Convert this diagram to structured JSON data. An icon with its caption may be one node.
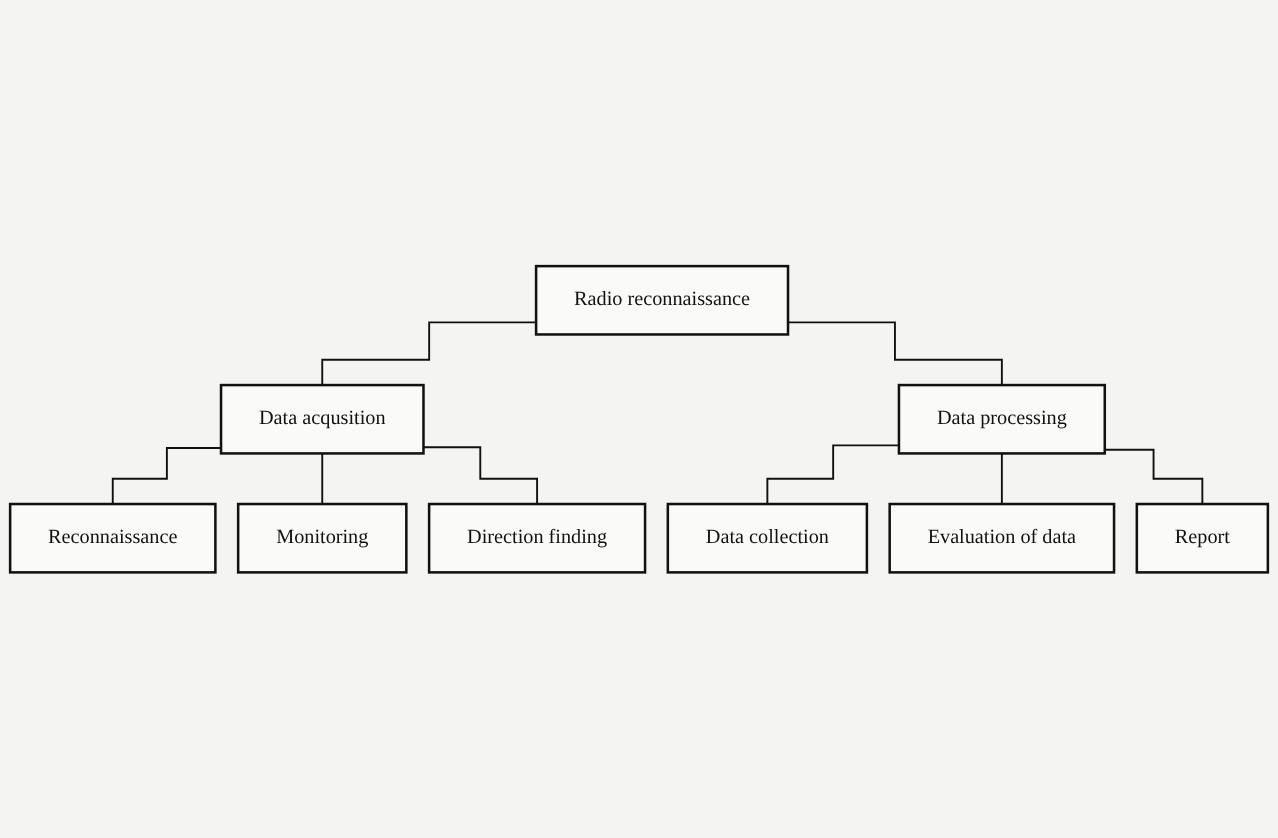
{
  "diagram": {
    "nodes": [
      {
        "text": [
          "Radio reconnaissance"
        ]
      },
      {
        "text": [
          "Data acqusition"
        ]
      },
      {
        "text": [
          "Data processing"
        ]
      },
      {
        "text": [
          "Reconnaissance"
        ]
      },
      {
        "text": [
          "Monitoring"
        ]
      },
      {
        "text": [
          "Direction finding"
        ]
      },
      {
        "text": [
          "Data collection"
        ]
      },
      {
        "text": [
          "Evaluation of data"
        ]
      },
      {
        "text": [
          "Report"
        ]
      }
    ],
    "edges": [
      {
        "from": 0,
        "to": 1,
        "arrow": "none"
      },
      {
        "from": 0,
        "to": 2,
        "arrow": "none"
      },
      {
        "from": 1,
        "to": 3,
        "arrow": "none"
      },
      {
        "from": 1,
        "to": 4,
        "arrow": "none"
      },
      {
        "from": 1,
        "to": 5,
        "arrow": "none"
      },
      {
        "from": 2,
        "to": 6,
        "arrow": "none"
      },
      {
        "from": 2,
        "to": 7,
        "arrow": "none"
      },
      {
        "from": 2,
        "to": 8,
        "arrow": "none"
      }
    ]
  }
}
